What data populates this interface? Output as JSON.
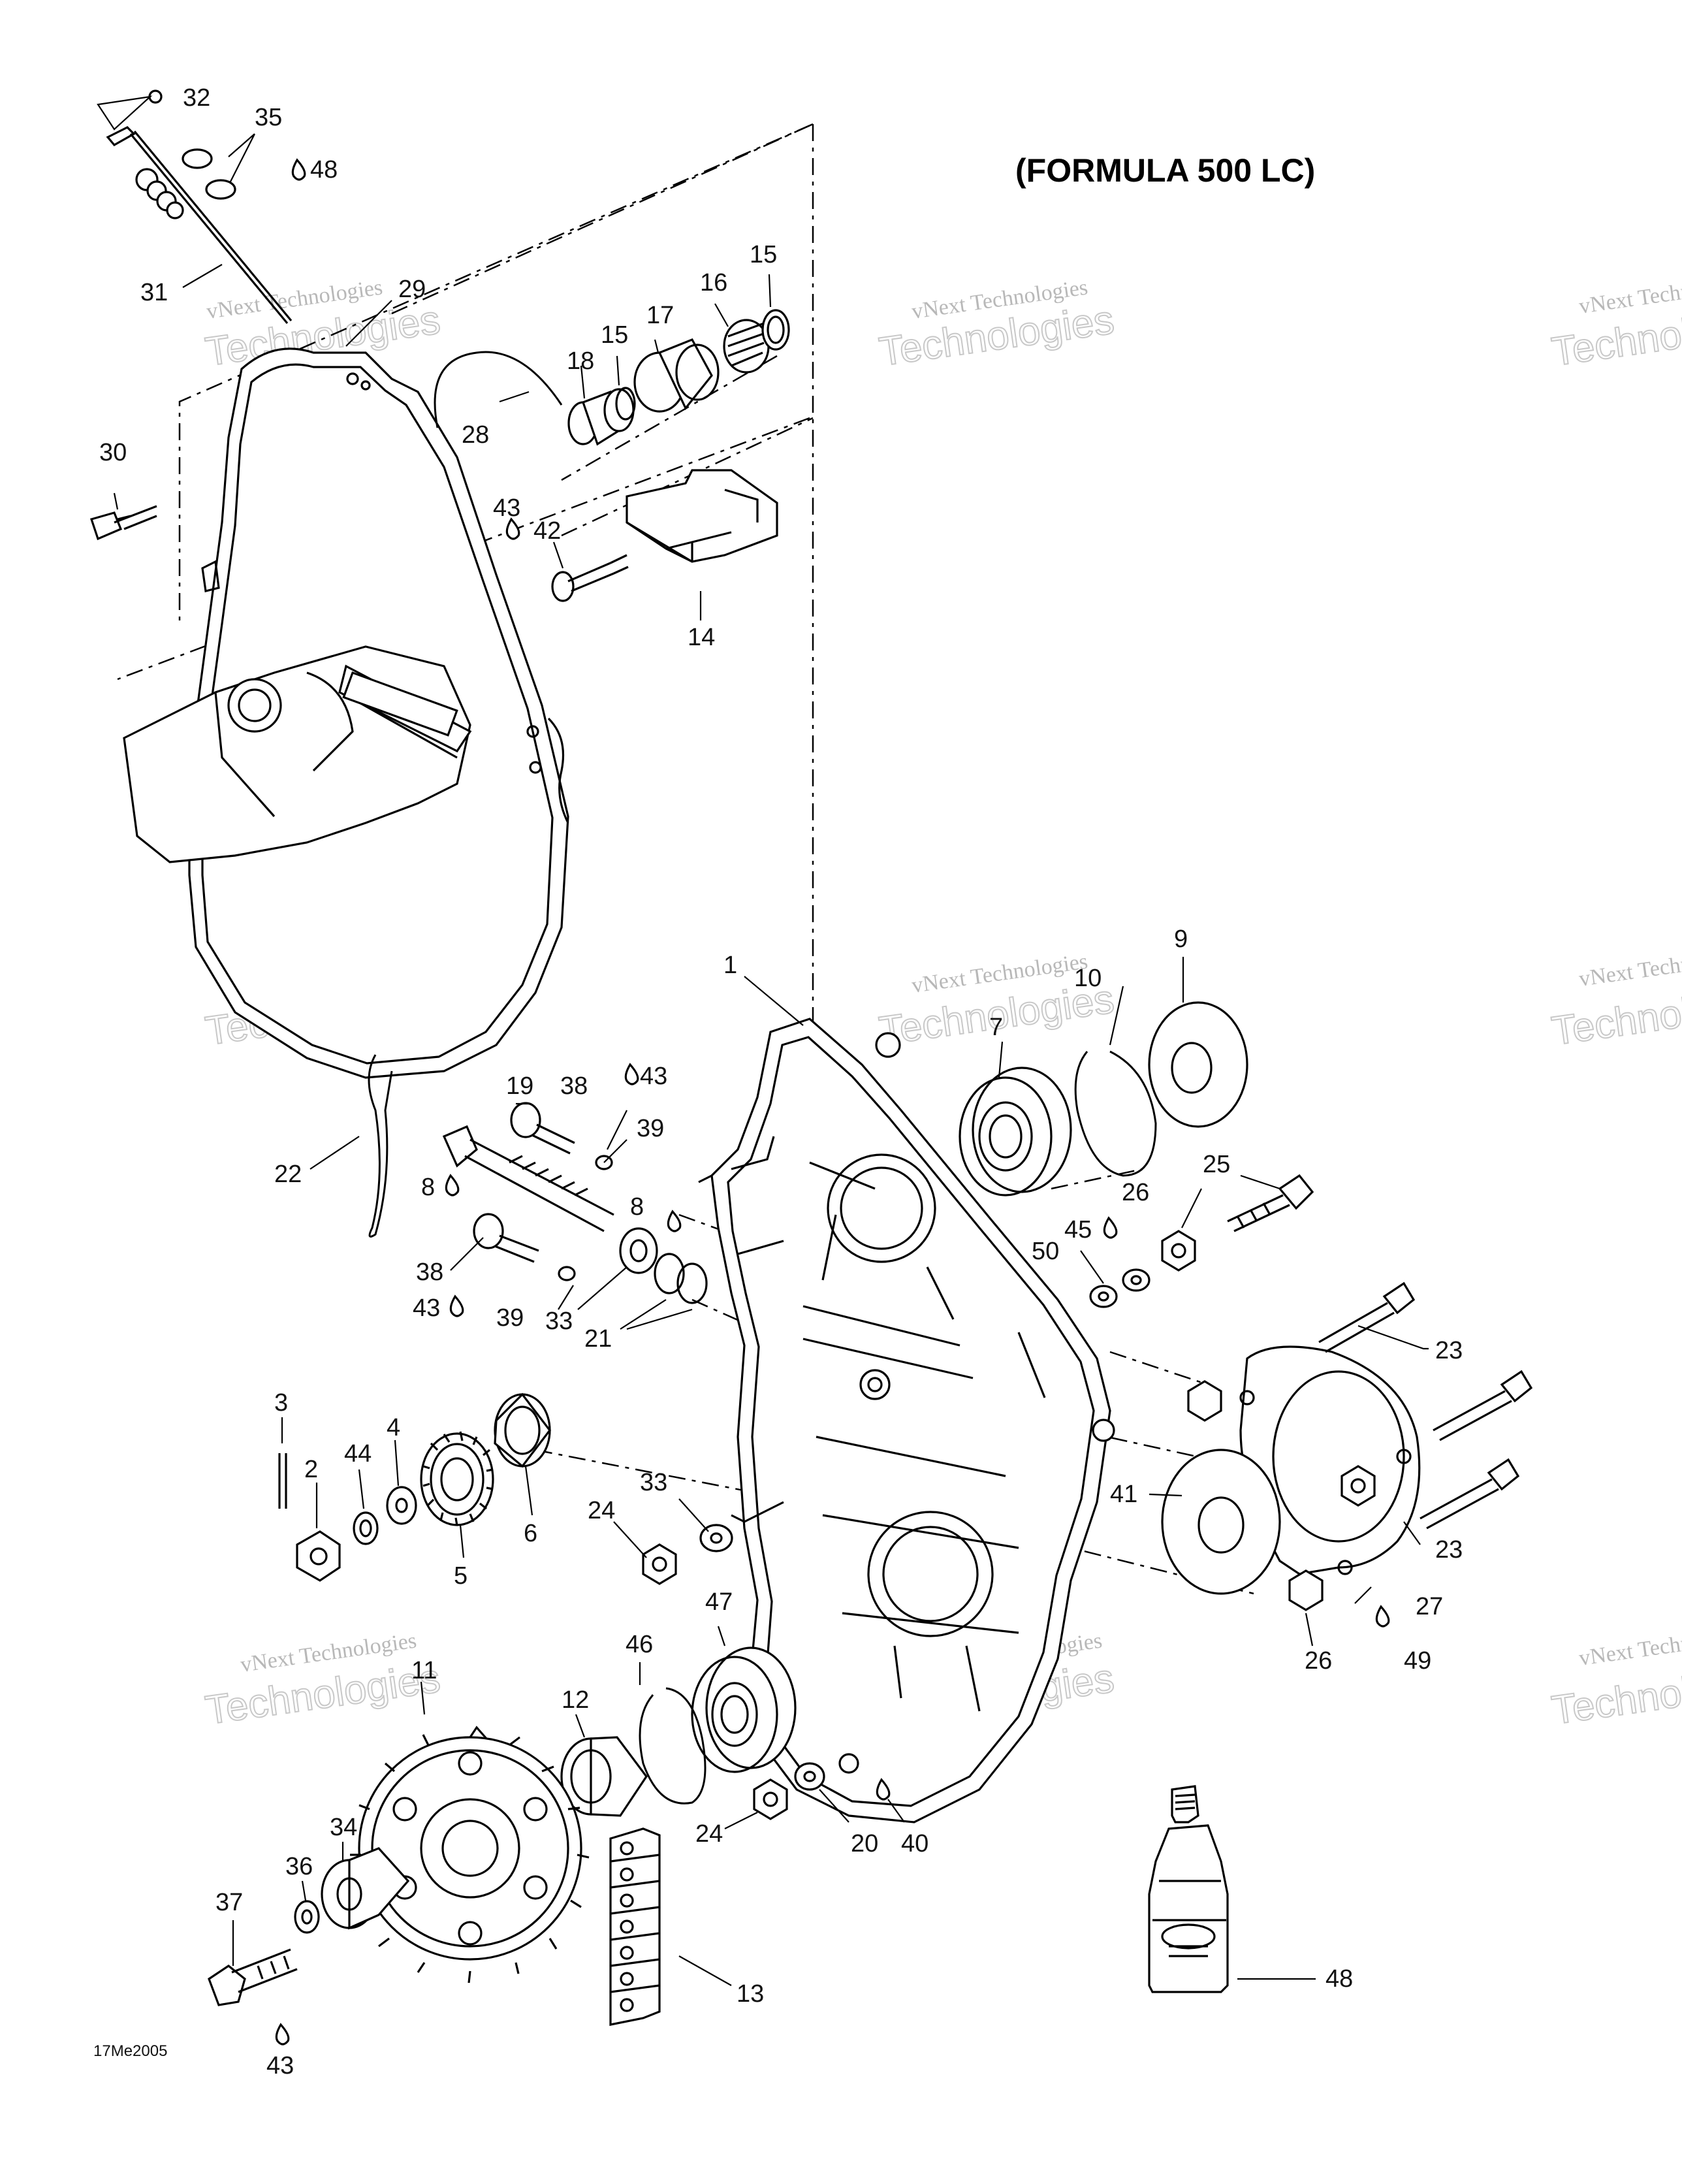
{
  "title": "(FORMULA 500 LC)",
  "drawing_code": "17Me2005",
  "watermark": {
    "line1": "vNext Technologies",
    "line2": "Technologies"
  },
  "callouts": [
    "1",
    "2",
    "3",
    "4",
    "5",
    "6",
    "7",
    "8",
    "9",
    "10",
    "11",
    "12",
    "13",
    "14",
    "15",
    "16",
    "17",
    "18",
    "19",
    "20",
    "21",
    "22",
    "23",
    "24",
    "25",
    "26",
    "27",
    "28",
    "29",
    "30",
    "31",
    "32",
    "33",
    "34",
    "35",
    "36",
    "37",
    "38",
    "39",
    "40",
    "41",
    "42",
    "43",
    "44",
    "45",
    "46",
    "47",
    "48",
    "49",
    "50"
  ]
}
